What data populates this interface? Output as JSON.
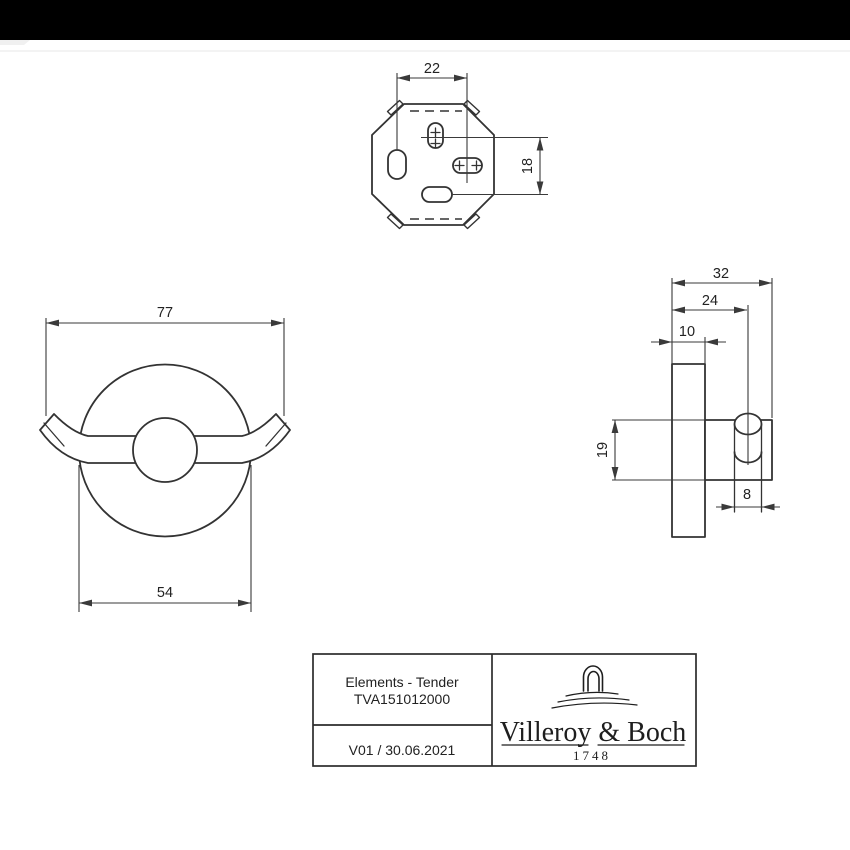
{
  "colors": {
    "topbar": "#000000",
    "object_line": "#333333",
    "dimension_line": "#3a3a3a",
    "text": "#222222",
    "brand_text": "#1e1e1e",
    "background": "#ffffff"
  },
  "drawing": {
    "top_view": {
      "width_mm": "22",
      "height_mm": "18"
    },
    "front_view": {
      "width_mm": "77",
      "backplate_diameter_mm": "54"
    },
    "side_view": {
      "depth_mm": "32",
      "hook_center_offset_mm": "24",
      "plate_thickness_mm": "10",
      "profile_height_mm": "19",
      "hook_tip_diameter_mm": "8"
    }
  },
  "title_block": {
    "series": "Elements - Tender",
    "article_number": "TVA151012000",
    "version": "V01 / 30.06.2021",
    "brand": "Villeroy & Boch",
    "brand_year": "1748",
    "logo_icons": [
      "arch-icon",
      "water-waves-icon"
    ]
  }
}
